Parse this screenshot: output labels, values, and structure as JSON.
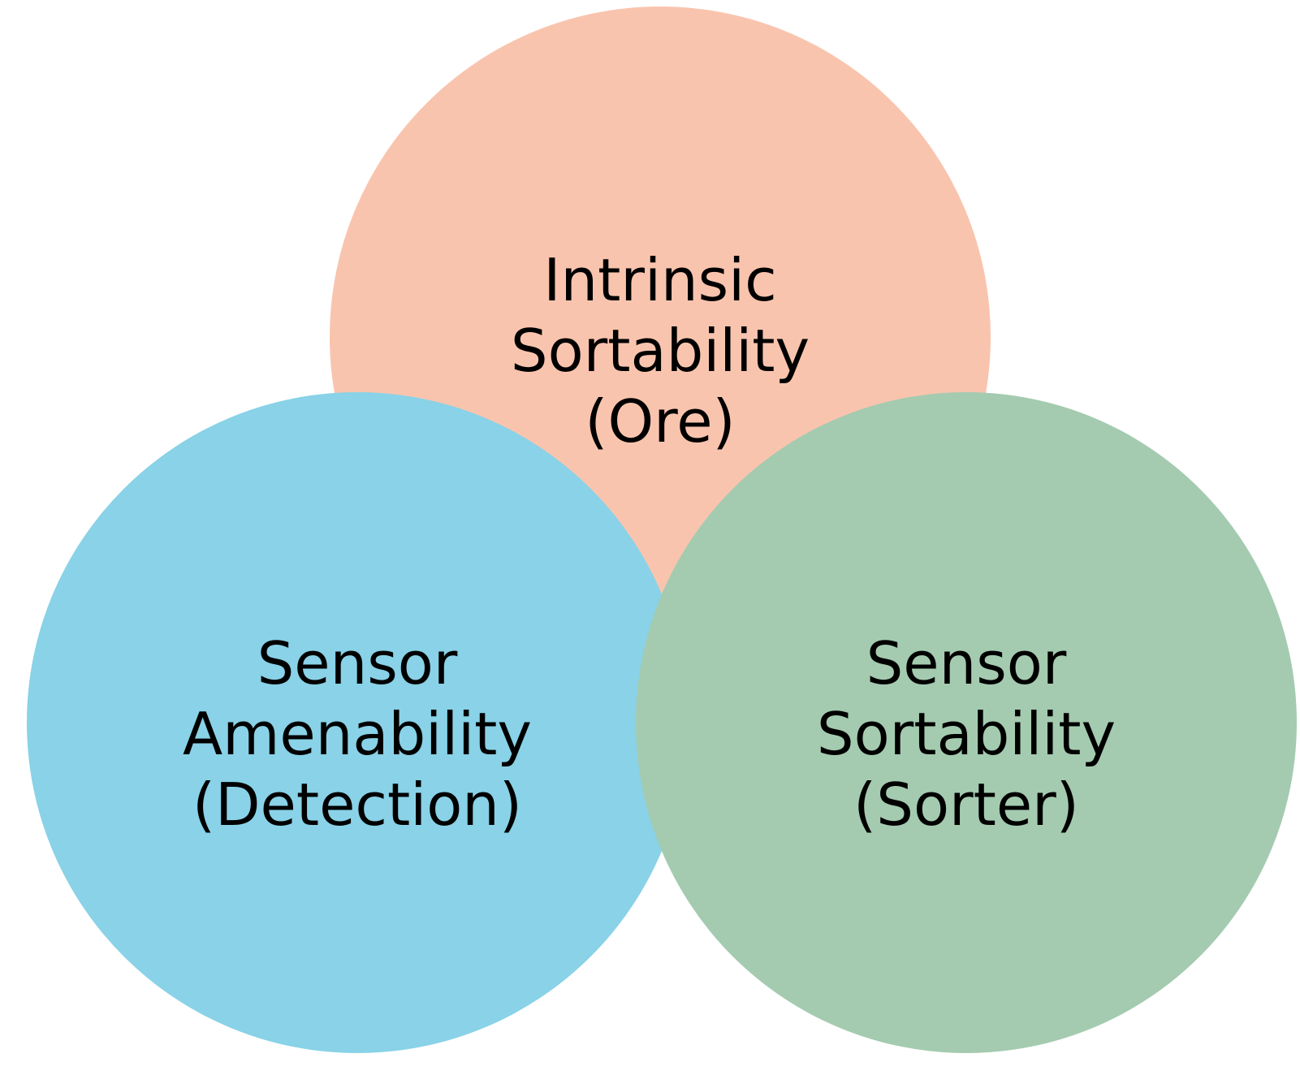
{
  "diagram": {
    "type": "venn",
    "circles": [
      {
        "id": "ore",
        "color": "#F9C4AE",
        "label_lines": [
          "Intrinsic",
          "Sortability",
          "(Ore)"
        ]
      },
      {
        "id": "detection",
        "color": "#89D2E7",
        "label_lines": [
          "Sensor",
          "Amenability",
          "(Detection)"
        ]
      },
      {
        "id": "sorter",
        "color": "#A4CBB0",
        "label_lines": [
          "Sensor",
          "Sortability",
          "(Sorter)"
        ]
      }
    ]
  }
}
